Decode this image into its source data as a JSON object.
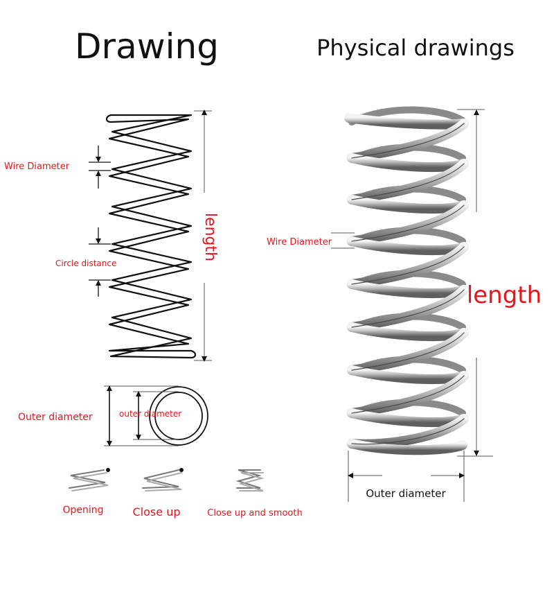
{
  "headings": {
    "drawing": "Drawing",
    "physical": "Physical drawings"
  },
  "drawing_labels": {
    "wire_diameter": "Wire Diameter",
    "circle_distance": "Circle distance",
    "length": "length",
    "outer_diameter": "Outer diameter",
    "inner_diameter": "outer diameter"
  },
  "end_types": {
    "opening": "Opening",
    "close_up": "Close up",
    "close_up_smooth": "Close up and smooth"
  },
  "physical_labels": {
    "wire_diameter": "Wire Diameter",
    "length": "length",
    "outer_diameter": "Outer diameter"
  },
  "colors": {
    "label_red": "#e8141b",
    "ink": "#111111",
    "dim_line": "#555555",
    "steel_light": "#e6e6e6",
    "steel_dark": "#6f6f6f"
  }
}
